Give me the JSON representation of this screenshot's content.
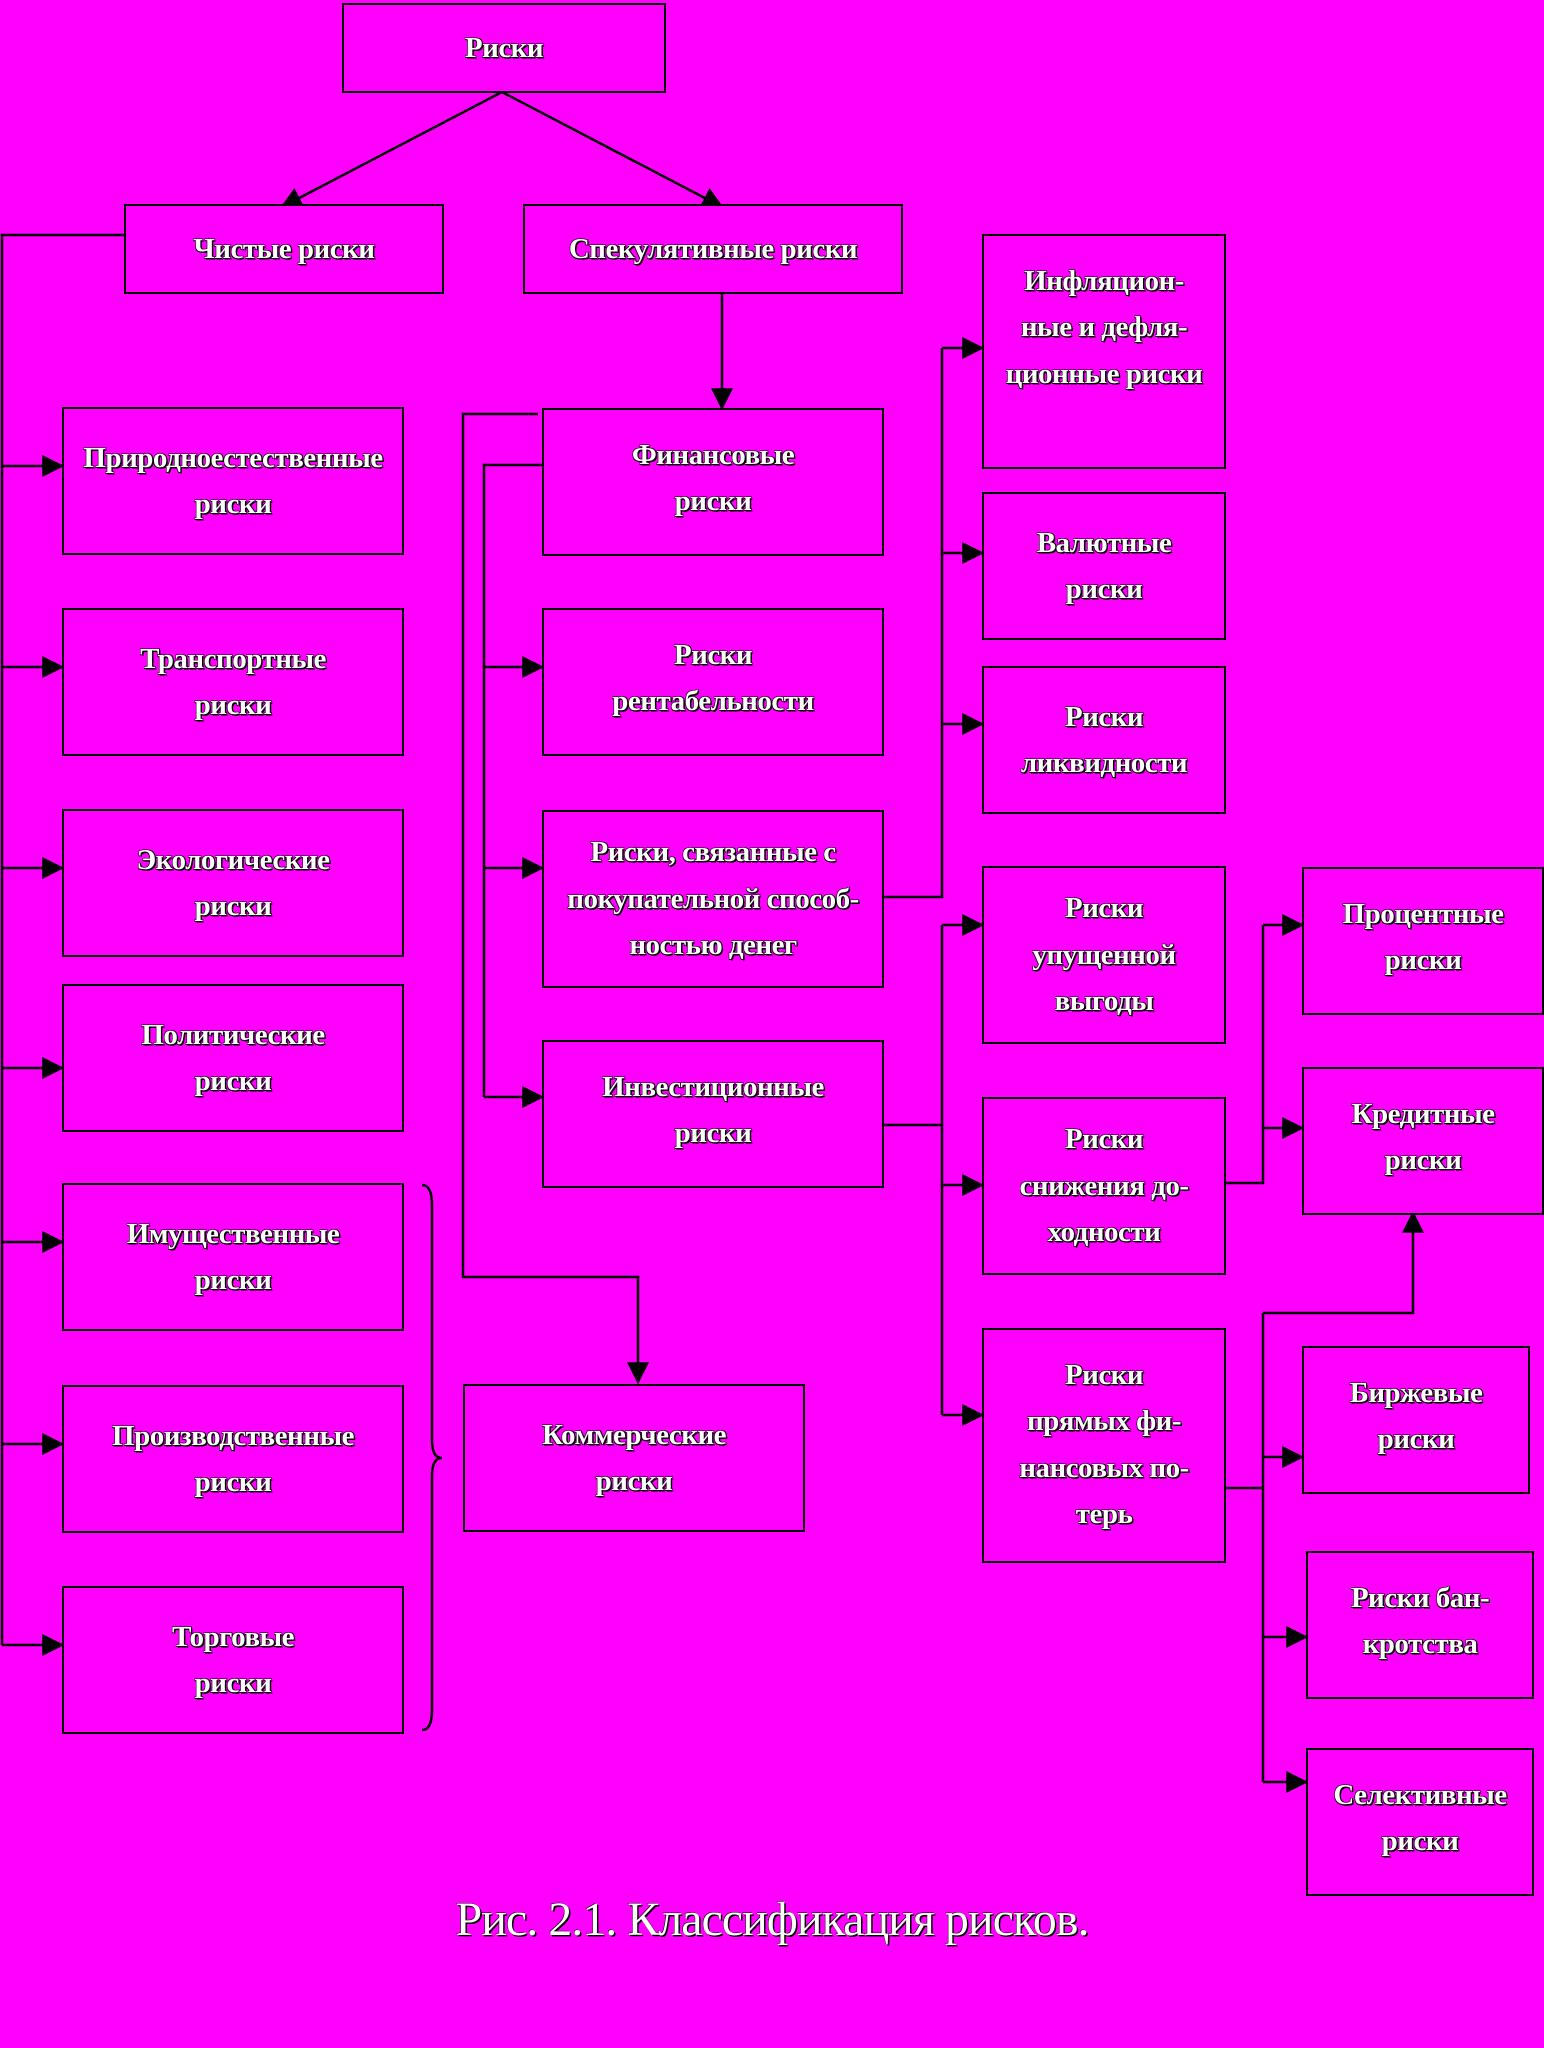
{
  "colors": {
    "background": "#ff00ff",
    "line": "#000000",
    "text": "#ffffff"
  },
  "nodes": {
    "root": "Риски",
    "pure": "Чистые риски",
    "speculative": "Спекулятивные риски",
    "natural": "Природноестественные\nриски",
    "transport": "Транспортные\nриски",
    "ecological": "Экологические\nриски",
    "political": "Политические\nриски",
    "property": "Имущественные\nриски",
    "production": "Производственные\nриски",
    "trade": "Торговые\nриски",
    "financial": "Финансовые\nриски",
    "profitability": "Риски\nрентабельности",
    "purchasing": "Риски, связанные с\nпокупательной способ-\nностью денег",
    "investment": "Инвестиционные\nриски",
    "commercial": "Коммерческие\nриски",
    "inflation": "Инфляцион-\nные и дефля-\nционные риски",
    "currency": "Валютные\nриски",
    "liquidity": "Риски\nликвидности",
    "lost_profit": "Риски\nупущенной\nвыгоды",
    "yield_decline": "Риски\nснижения до-\nходности",
    "direct_losses": "Риски\nпрямых фи-\nнансовых по-\nтерь",
    "interest": "Процентные\nриски",
    "credit": "Кредитные\nриски",
    "exchange": "Биржевые\nриски",
    "bankruptcy": "Риски бан-\nкротства",
    "selective": "Селективные\nриски"
  },
  "caption": "Рис. 2.1. Классификация рисков."
}
